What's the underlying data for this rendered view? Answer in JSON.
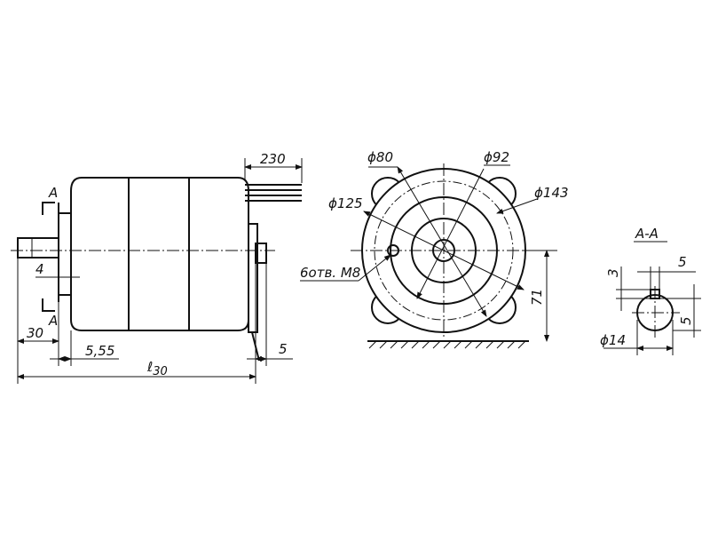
{
  "side_view": {
    "dim_lead_wire": "230",
    "dim_shaft_ext": "30",
    "dim_flange": "5,55",
    "dim_length": "ℓ",
    "dim_length_sub": "30",
    "dim_foot": "5",
    "dim_key": "4",
    "section_label_top": "A",
    "section_label_bottom": "A"
  },
  "front_view": {
    "dim_d80": "ϕ80",
    "dim_d92": "ϕ92",
    "dim_d125": "ϕ125",
    "dim_d143": "ϕ143",
    "dim_holes": "6отв. М8",
    "dim_height": "71"
  },
  "section_view": {
    "title": "А-А",
    "dim_key_depth": "3",
    "dim_key_width_top": "5",
    "dim_key_width_side": "5",
    "dim_shaft_d": "ϕ14"
  }
}
